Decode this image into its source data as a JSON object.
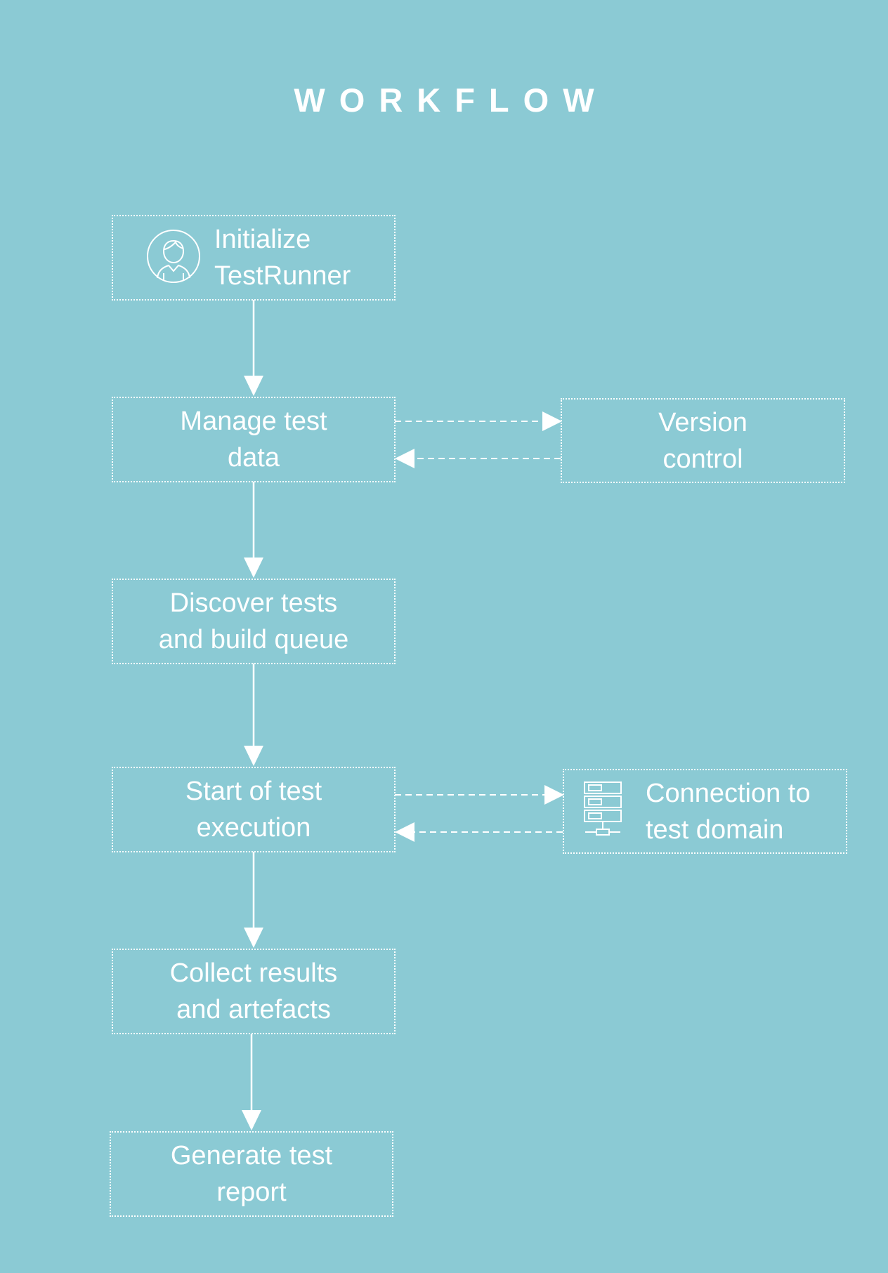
{
  "title": "WORKFLOW",
  "colors": {
    "background": "#8BCAD4",
    "foreground": "#FFFFFF"
  },
  "steps": [
    {
      "id": "init",
      "label": "Initialize\nTestRunner",
      "icon": "person-icon"
    },
    {
      "id": "manage",
      "label": "Manage test\ndata"
    },
    {
      "id": "discover",
      "label": "Discover tests\nand build queue"
    },
    {
      "id": "execute",
      "label": "Start of test\nexecution"
    },
    {
      "id": "collect",
      "label": "Collect results\nand artefacts"
    },
    {
      "id": "report",
      "label": "Generate test\nreport"
    }
  ],
  "side_nodes": [
    {
      "id": "version",
      "label": "Version\ncontrol"
    },
    {
      "id": "connection",
      "label": "Connection to\ntest domain",
      "icon": "server-icon"
    }
  ],
  "edges": [
    {
      "from": "init",
      "to": "manage",
      "style": "solid"
    },
    {
      "from": "manage",
      "to": "discover",
      "style": "solid"
    },
    {
      "from": "discover",
      "to": "execute",
      "style": "solid"
    },
    {
      "from": "execute",
      "to": "collect",
      "style": "solid"
    },
    {
      "from": "collect",
      "to": "report",
      "style": "solid"
    },
    {
      "from": "manage",
      "to": "version",
      "style": "dashed"
    },
    {
      "from": "version",
      "to": "manage",
      "style": "dashed"
    },
    {
      "from": "execute",
      "to": "connection",
      "style": "dashed"
    },
    {
      "from": "connection",
      "to": "execute",
      "style": "dashed"
    }
  ]
}
